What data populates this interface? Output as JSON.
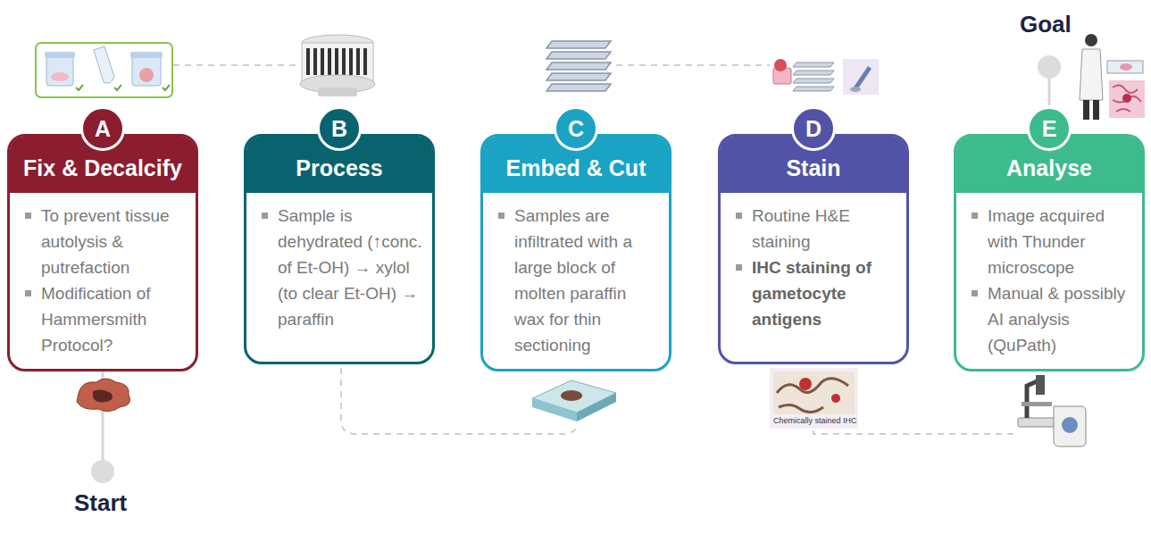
{
  "diagram": {
    "nodes": [
      {
        "text": [
          "Fix & Decalcify",
          "To prevent tissue autolysis & putrefaction",
          "Modification of Hammersmith Protocol?"
        ]
      },
      {
        "text": [
          "A"
        ],
        "in": 0
      },
      {
        "text": [
          "Process",
          "Sample is dehydrated (↑conc. of Et-OH) → xylol (to clear Et-OH) → paraffin"
        ]
      },
      {
        "text": [
          "B"
        ],
        "in": 2
      },
      {
        "text": [
          "Embed & Cut",
          "Samples are infiltrated with a large block of molten paraffin wax for thin sectioning"
        ]
      },
      {
        "text": [
          "C"
        ],
        "in": 4
      },
      {
        "text": [
          "Stain",
          "Routine H&E staining",
          "IHC staining of gametocyte antigens"
        ]
      },
      {
        "text": [
          "D"
        ],
        "in": 6
      },
      {
        "text": [
          "Analyse",
          "Image acquired with Thunder microscope",
          "Manual & possibly AI analysis (QuPath)"
        ]
      },
      {
        "text": [
          "E"
        ],
        "in": 8
      }
    ],
    "labels": [
      "Goal",
      "Start",
      "Chemically stained IHC"
    ]
  }
}
